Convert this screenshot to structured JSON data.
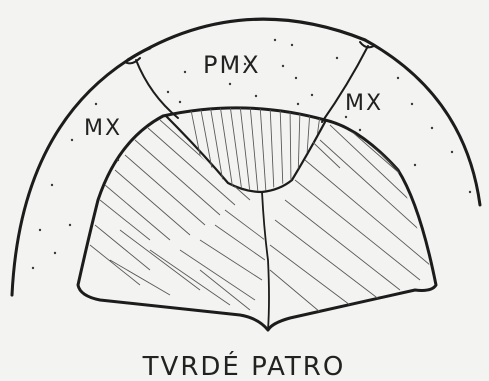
{
  "labels": {
    "premaxilla": "PMX",
    "maxilla_left": "MX",
    "maxilla_right": "MX",
    "caption": "TVRDÉ PATRO"
  },
  "colors": {
    "ink": "#1c1c1c",
    "paper": "#f3f3f1"
  }
}
